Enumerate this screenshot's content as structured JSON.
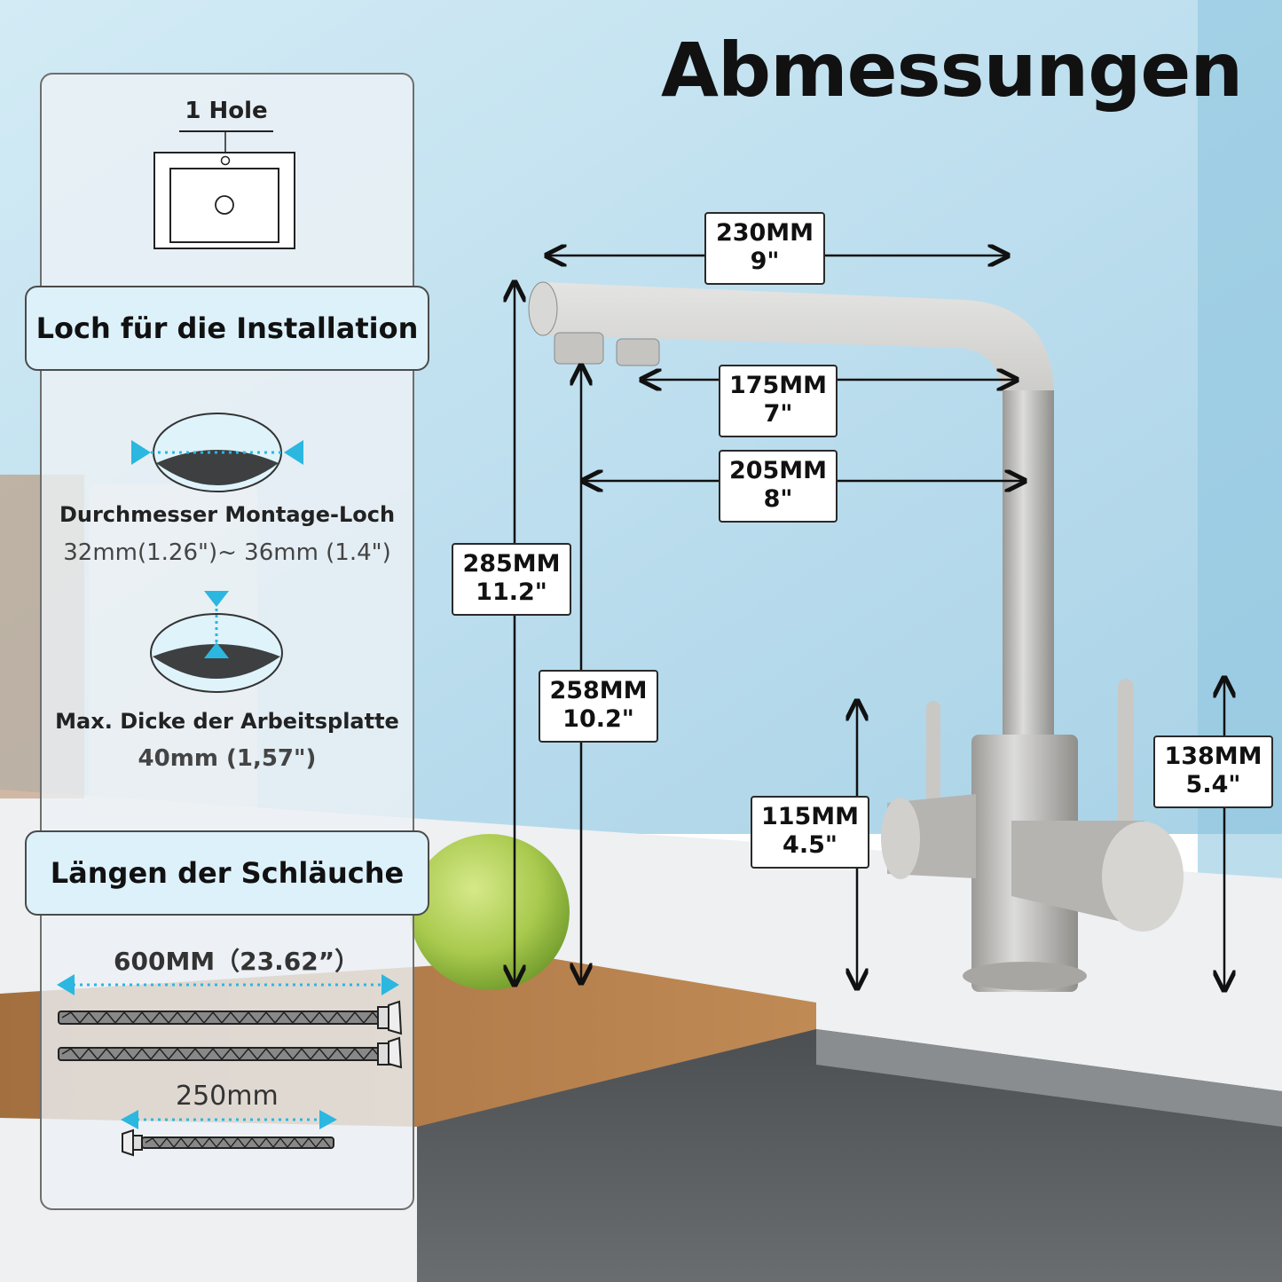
{
  "title": "Abmessungen",
  "panel": {
    "hole_label": "1 Hole",
    "install_heading": "Loch für die Installation",
    "diameter_label": "Durchmesser Montage-Loch",
    "diameter_value": "32mm(1.26\")~ 36mm (1.4\")",
    "thickness_label": "Max. Dicke der Arbeitsplatte",
    "thickness_value": "40mm (1,57\")",
    "hoses_heading": "Längen der Schläuche",
    "hose_long": "600MM（23.62”）",
    "hose_short": "250mm"
  },
  "dimensions": {
    "d230": {
      "mm": "230MM",
      "inch": "9\""
    },
    "d175": {
      "mm": "175MM",
      "inch": "7\""
    },
    "d205": {
      "mm": "205MM",
      "inch": "8\""
    },
    "d285": {
      "mm": "285MM",
      "inch": "11.2\""
    },
    "d258": {
      "mm": "258MM",
      "inch": "10.2\""
    },
    "d115": {
      "mm": "115MM",
      "inch": "4.5\""
    },
    "d138": {
      "mm": "138MM",
      "inch": "5.4\""
    }
  },
  "colors": {
    "accent": "#2bb7e0",
    "wall": "#bfe0ee",
    "counter": "#eef0f2",
    "sink": "#585b5e",
    "board": "#b07b48"
  }
}
